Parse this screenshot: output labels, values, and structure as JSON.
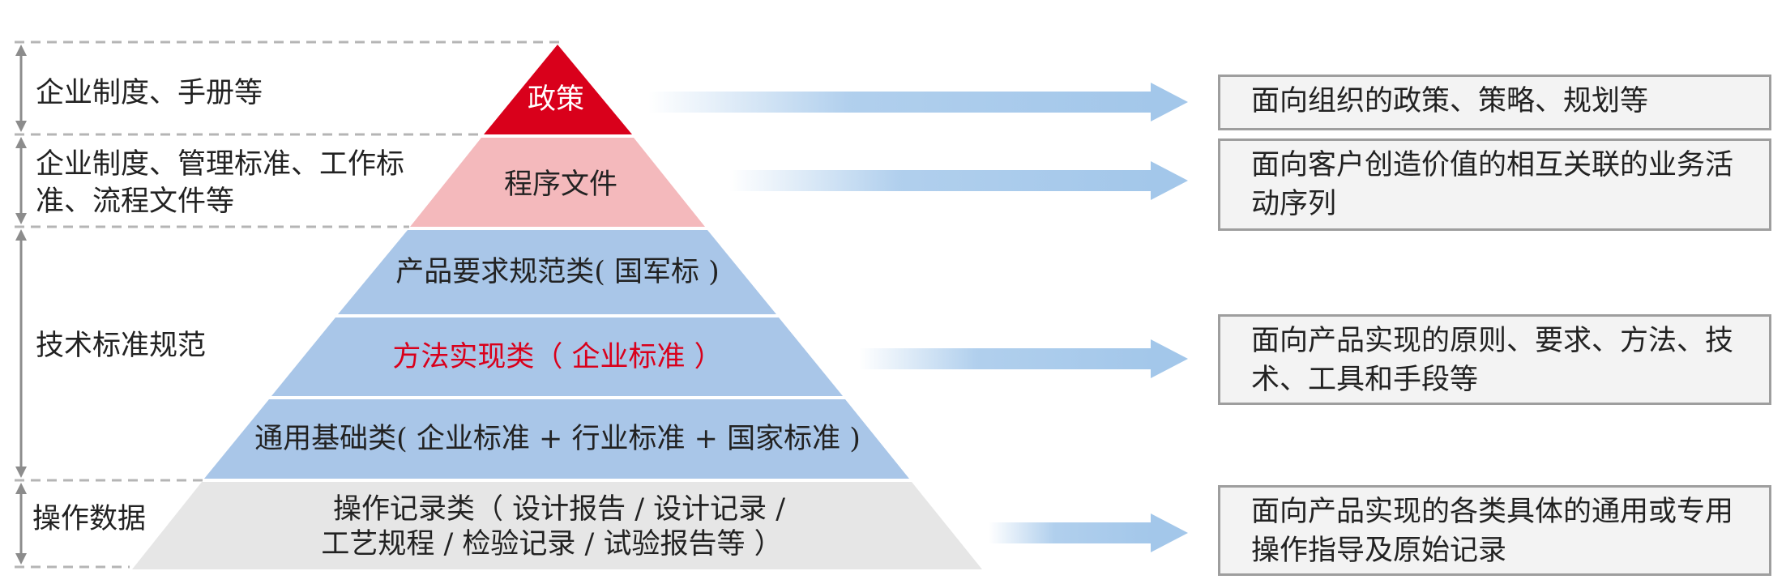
{
  "left_labels": [
    "企业制度、手册等",
    "企业制度、管理标准、工作标准、流程文件等",
    "技术标准规范",
    "操作数据"
  ],
  "pyramid_levels": [
    {
      "text": "政策",
      "color": "#d9001b",
      "text_color": "#ffffff"
    },
    {
      "text": "程序文件",
      "color": "#f4b9bc",
      "text_color": "#222222"
    },
    {
      "text": "产品要求规范类( 国军标 )",
      "color": "#a9c6e8",
      "text_color": "#222222"
    },
    {
      "text": "方法实现类（ 企业标准 ）",
      "color": "#a9c6e8",
      "text_color": "#d9001b"
    },
    {
      "text": "通用基础类( 企业标准 + 行业标准 + 国家标准 )",
      "color": "#a9c6e8",
      "text_color": "#222222"
    },
    {
      "text_line1": "操作记录类（ 设计报告 / 设计记录 /",
      "text_line2": "工艺规程 / 检验记录 / 试验报告等 ）",
      "color": "#e6e6e6",
      "text_color": "#222222"
    }
  ],
  "right_boxes": [
    "面向组织的政策、策略、规划等",
    "面向客户创造价值的相互关联的业务活动序列",
    "面向产品实现的原则、要求、方法、技术、工具和手段等",
    "面向产品实现的各类具体的通用或专用操作指导及原始记录"
  ],
  "colors": {
    "arrow": "#a3c7ea",
    "dashed_line": "#b5b5b5",
    "bracket": "#8c8c8c",
    "box_border": "#9e9e9e"
  }
}
